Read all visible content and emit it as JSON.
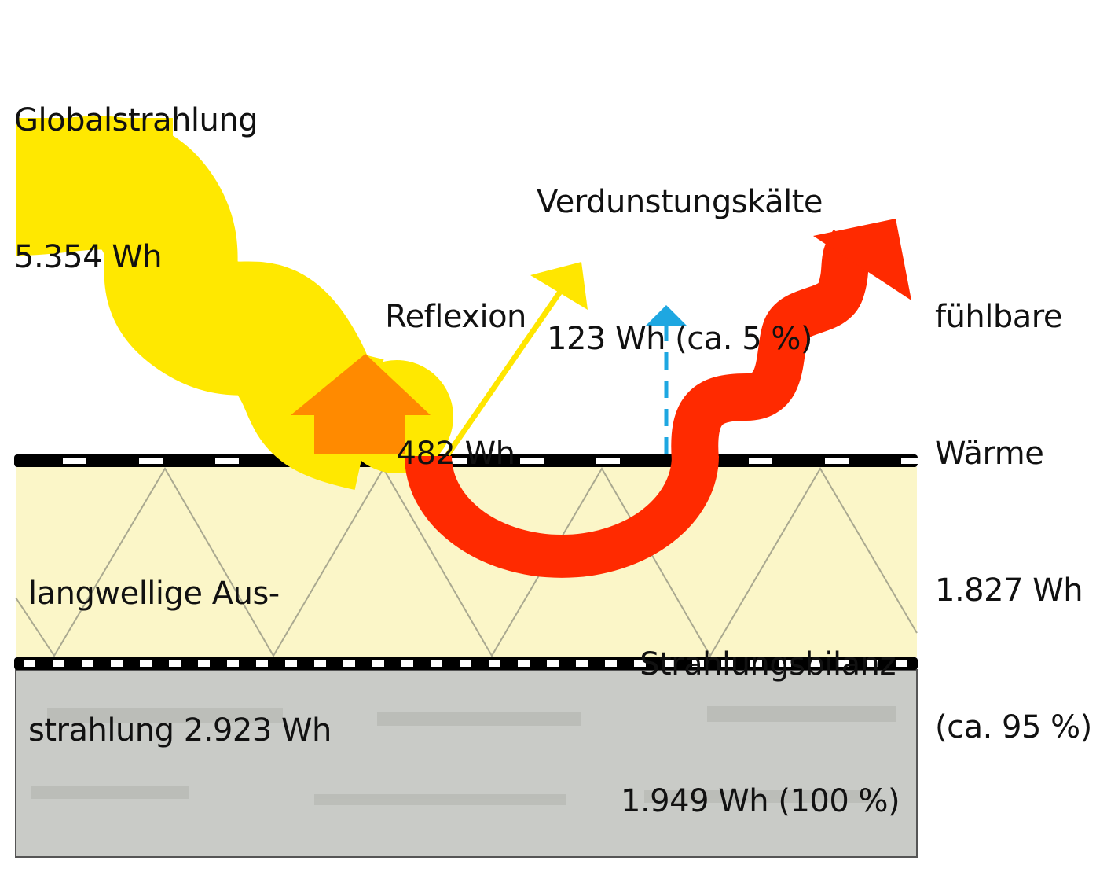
{
  "labels": {
    "global": {
      "title": "Globalstrahlung",
      "value": "5.354 Wh"
    },
    "evaporation": {
      "title": "Verdunstungskälte",
      "value": "123 Wh (ca. 5 %)"
    },
    "reflection": {
      "title": "Reflexion",
      "value": "482 Wh"
    },
    "sensible": {
      "line1": "fühlbare",
      "line2": "Wärme",
      "value": "1.827 Wh",
      "share": "(ca. 95 %)"
    },
    "longwave": {
      "line1": "langwellige Aus-",
      "line2": "strahlung 2.923 Wh"
    },
    "balance": {
      "title": "Strahlungsbilanz",
      "value": "1.949 Wh (100 %)"
    }
  },
  "colors": {
    "global_radiation": "#ffe800",
    "longwave_arrow": "#ff8a00",
    "reflection": "#ffe600",
    "evaporation": "#1ea7e1",
    "sensible_heat": "#ff2a00",
    "insulation_layer": "#fbf6c8",
    "concrete": "#c9cbc7"
  }
}
